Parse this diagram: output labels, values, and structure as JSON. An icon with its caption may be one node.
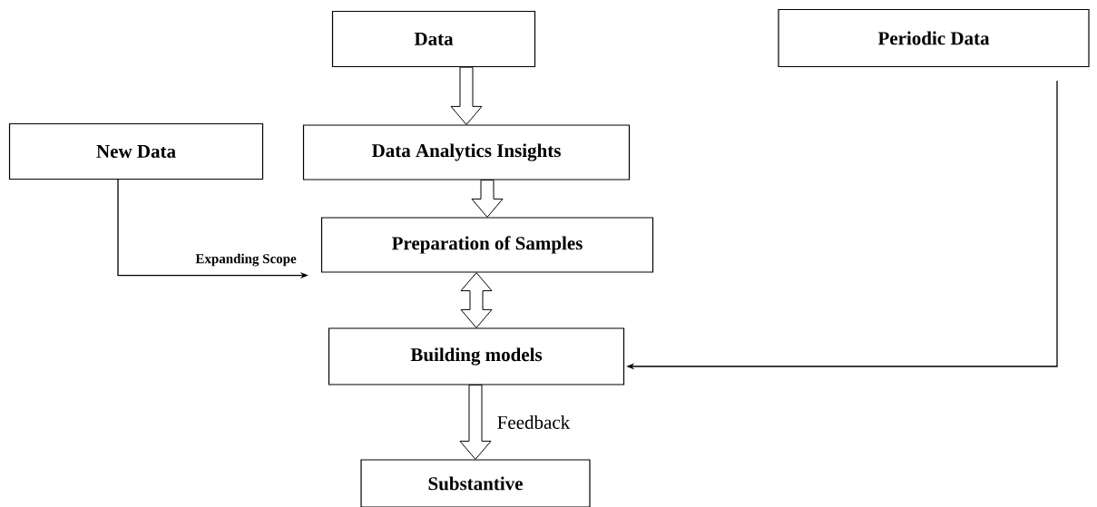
{
  "diagram": {
    "nodes": [
      {
        "text": [
          "Data"
        ]
      },
      {
        "text": [
          "Periodic Data"
        ]
      },
      {
        "text": [
          "New Data"
        ]
      },
      {
        "text": [
          "Data Analytics Insights"
        ]
      },
      {
        "text": [
          "Preparation of Samples"
        ]
      },
      {
        "text": [
          "Building models"
        ]
      },
      {
        "text": [
          "Substantive"
        ]
      }
    ],
    "edges": [
      {
        "from": 0,
        "to": 3,
        "arrow": "to"
      },
      {
        "from": 3,
        "to": 4,
        "arrow": "to"
      },
      {
        "from": 4,
        "to": 5,
        "arrow": "both"
      },
      {
        "from": 5,
        "to": 6,
        "arrow": "to",
        "label": "Feedback"
      },
      {
        "from": 2,
        "to": 4,
        "arrow": "to",
        "label": "Expanding Scope"
      },
      {
        "from": 1,
        "to": 5,
        "arrow": "to"
      }
    ]
  }
}
